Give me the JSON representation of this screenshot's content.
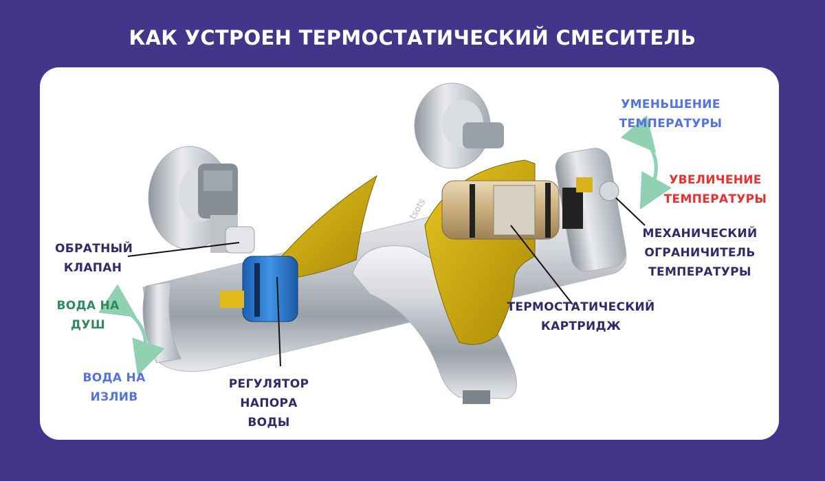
{
  "title": "КАК УСТРОЕН ТЕРМОСТАТИЧЕСКИЙ СМЕСИТЕЛЬ",
  "labels": {
    "check_valve": "ОБРАТНЫЙ\nКЛАПАН",
    "water_shower": "ВОДА НА\nДУШ",
    "water_spout": "ВОДА НА\nИЗЛИВ",
    "pressure_regulator": "РЕГУЛЯТОР\nНАПОРА\nВОДЫ",
    "thermo_cartridge": "ТЕРМОСТАТИЧЕСКИЙ\nКАРТРИДЖ",
    "temp_decrease": "УМЕНЬШЕНИЕ\nТЕМПЕРАТУРЫ",
    "temp_increase": "УВЕЛИЧЕНИЕ\nТЕМПЕРАТУРЫ",
    "temp_limiter": "МЕХАНИЧЕСКИЙ\nОГРАНИЧИТЕЛЬ\nТЕМПЕРАТУРЫ"
  },
  "body_engraving": "tsots",
  "colors": {
    "background": "#44358a",
    "card": "#ffffff",
    "navy_text": "#2f2a6a",
    "blue_text": "#5472df",
    "red_text": "#e8302e",
    "green_text": "#2f8a5e",
    "brass": "#c9a90a",
    "cartridge_blue": "#2f7fd0",
    "chrome": "#c6cad0"
  }
}
